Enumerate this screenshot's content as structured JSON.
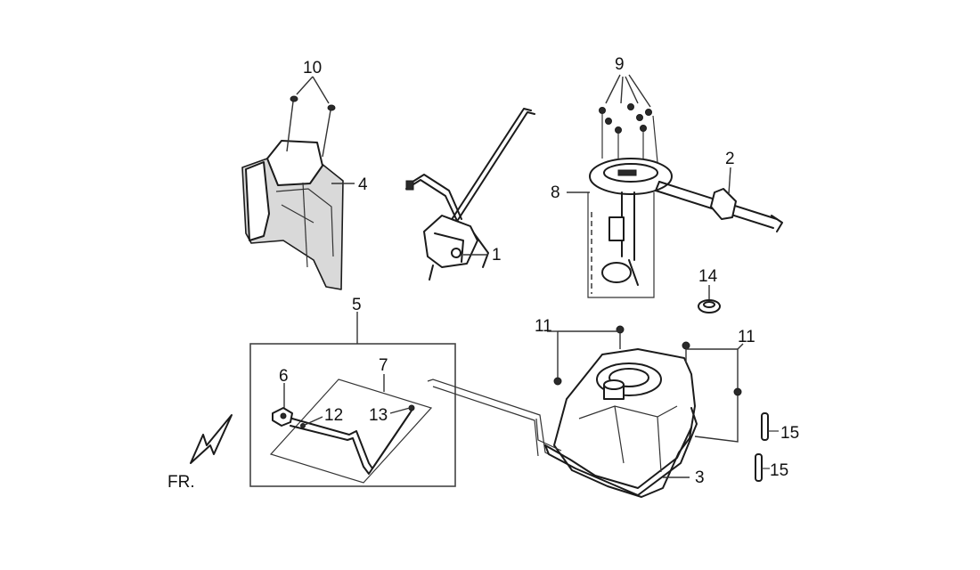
{
  "callouts": {
    "c1": "1",
    "c2": "2",
    "c3": "3",
    "c4": "4",
    "c5": "5",
    "c6": "6",
    "c7": "7",
    "c8": "8",
    "c9": "9",
    "c10": "10",
    "c11a": "11",
    "c11b": "11",
    "c12": "12",
    "c13": "13",
    "c14": "14",
    "c15a": "15",
    "c15b": "15"
  },
  "direction": {
    "label": "FR."
  },
  "colors": {
    "line": "#1b1b1b",
    "background": "#ffffff",
    "shade": "#d9d9d9"
  }
}
